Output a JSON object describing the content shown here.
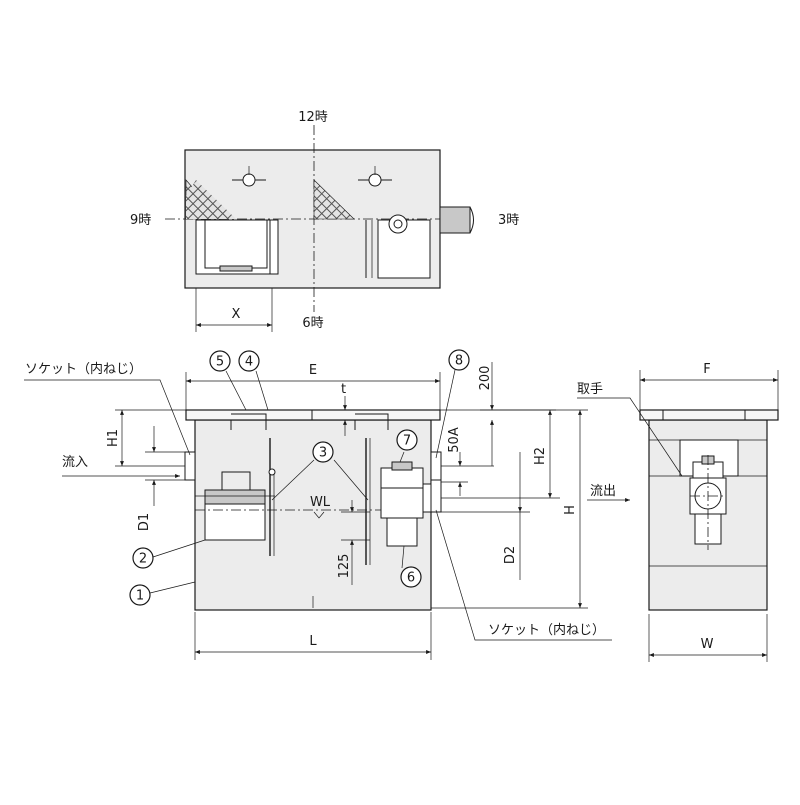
{
  "top_view": {
    "clock_12": "12時",
    "clock_3": "3時",
    "clock_6": "6時",
    "clock_9": "9時",
    "dim_x": "X"
  },
  "front_view": {
    "socket_label_top": "ソケット（内ねじ）",
    "socket_label_bottom": "ソケット（内ねじ）",
    "inflow": "流入",
    "outflow": "流出",
    "dim_e": "E",
    "dim_t": "t",
    "dim_200": "200",
    "dim_50a": "50A",
    "dim_h1": "H1",
    "dim_h2": "H2",
    "dim_h": "H",
    "dim_d1": "D1",
    "dim_d2": "D2",
    "dim_125": "125",
    "dim_l": "L",
    "wl": "WL",
    "callouts": [
      "1",
      "2",
      "3",
      "4",
      "5",
      "6",
      "7",
      "8"
    ]
  },
  "side_view": {
    "handle": "取手",
    "dim_f": "F",
    "dim_w": "W"
  }
}
